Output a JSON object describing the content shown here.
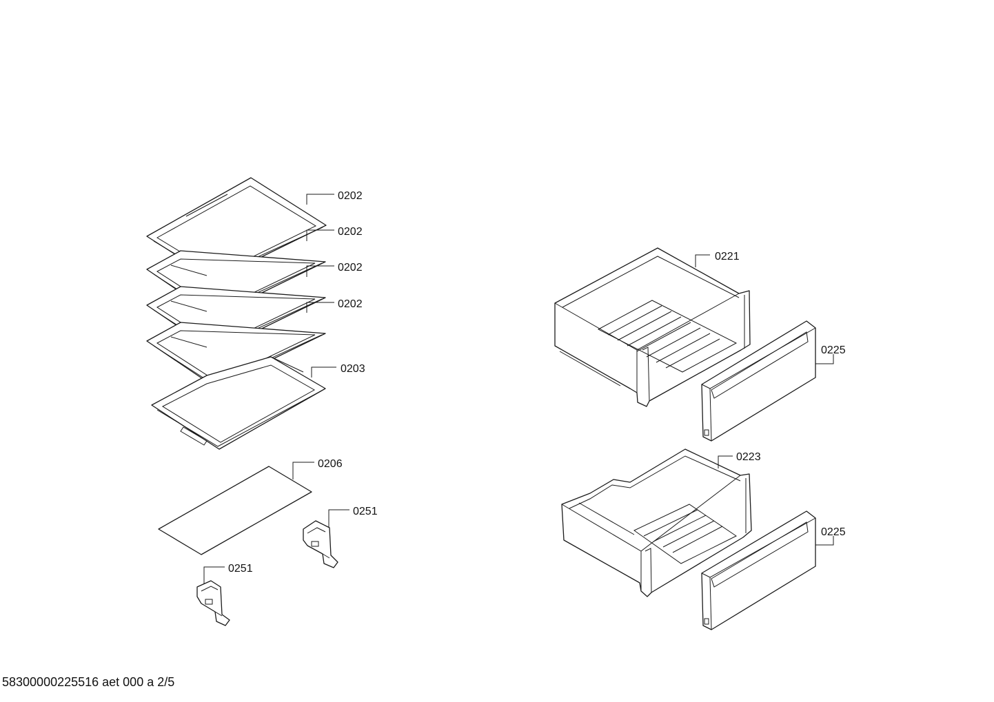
{
  "labels": {
    "shelf_1": "0202",
    "shelf_2": "0202",
    "shelf_3": "0202",
    "shelf_4": "0202",
    "shelf_5": "0203",
    "cover_plate": "0206",
    "bracket_right": "0251",
    "bracket_left": "0251",
    "drawer_upper": "0221",
    "front_upper": "0225",
    "drawer_lower": "0223",
    "front_lower": "0225"
  },
  "footer": "58300000225516 aet 000 a 2/5"
}
